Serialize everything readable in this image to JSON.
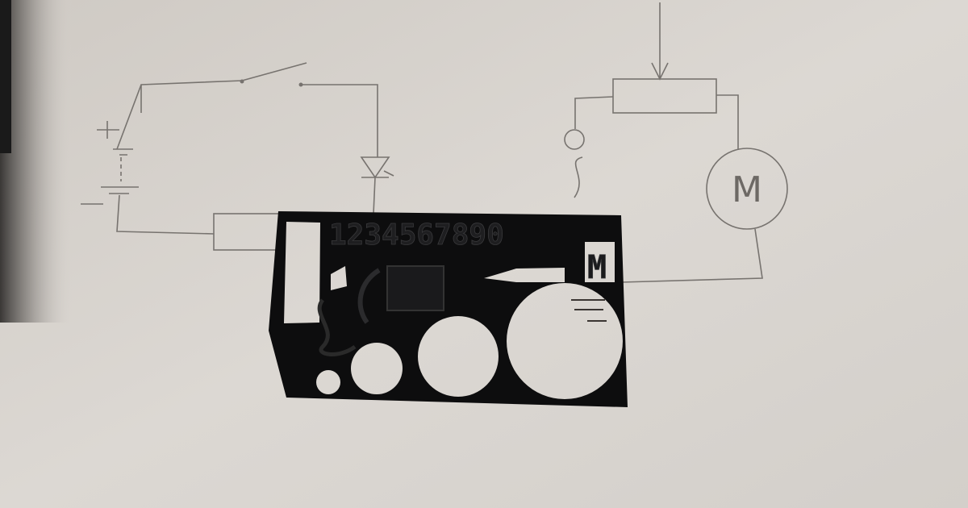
{
  "scene": {
    "paper_color": "#d8d4cf",
    "stencil_color": "#0d0d0e",
    "ink_color": "#77736f"
  },
  "drawing": {
    "motor_label": "M"
  },
  "stencil": {
    "digits": "1234567890",
    "motor_letter": "M"
  }
}
